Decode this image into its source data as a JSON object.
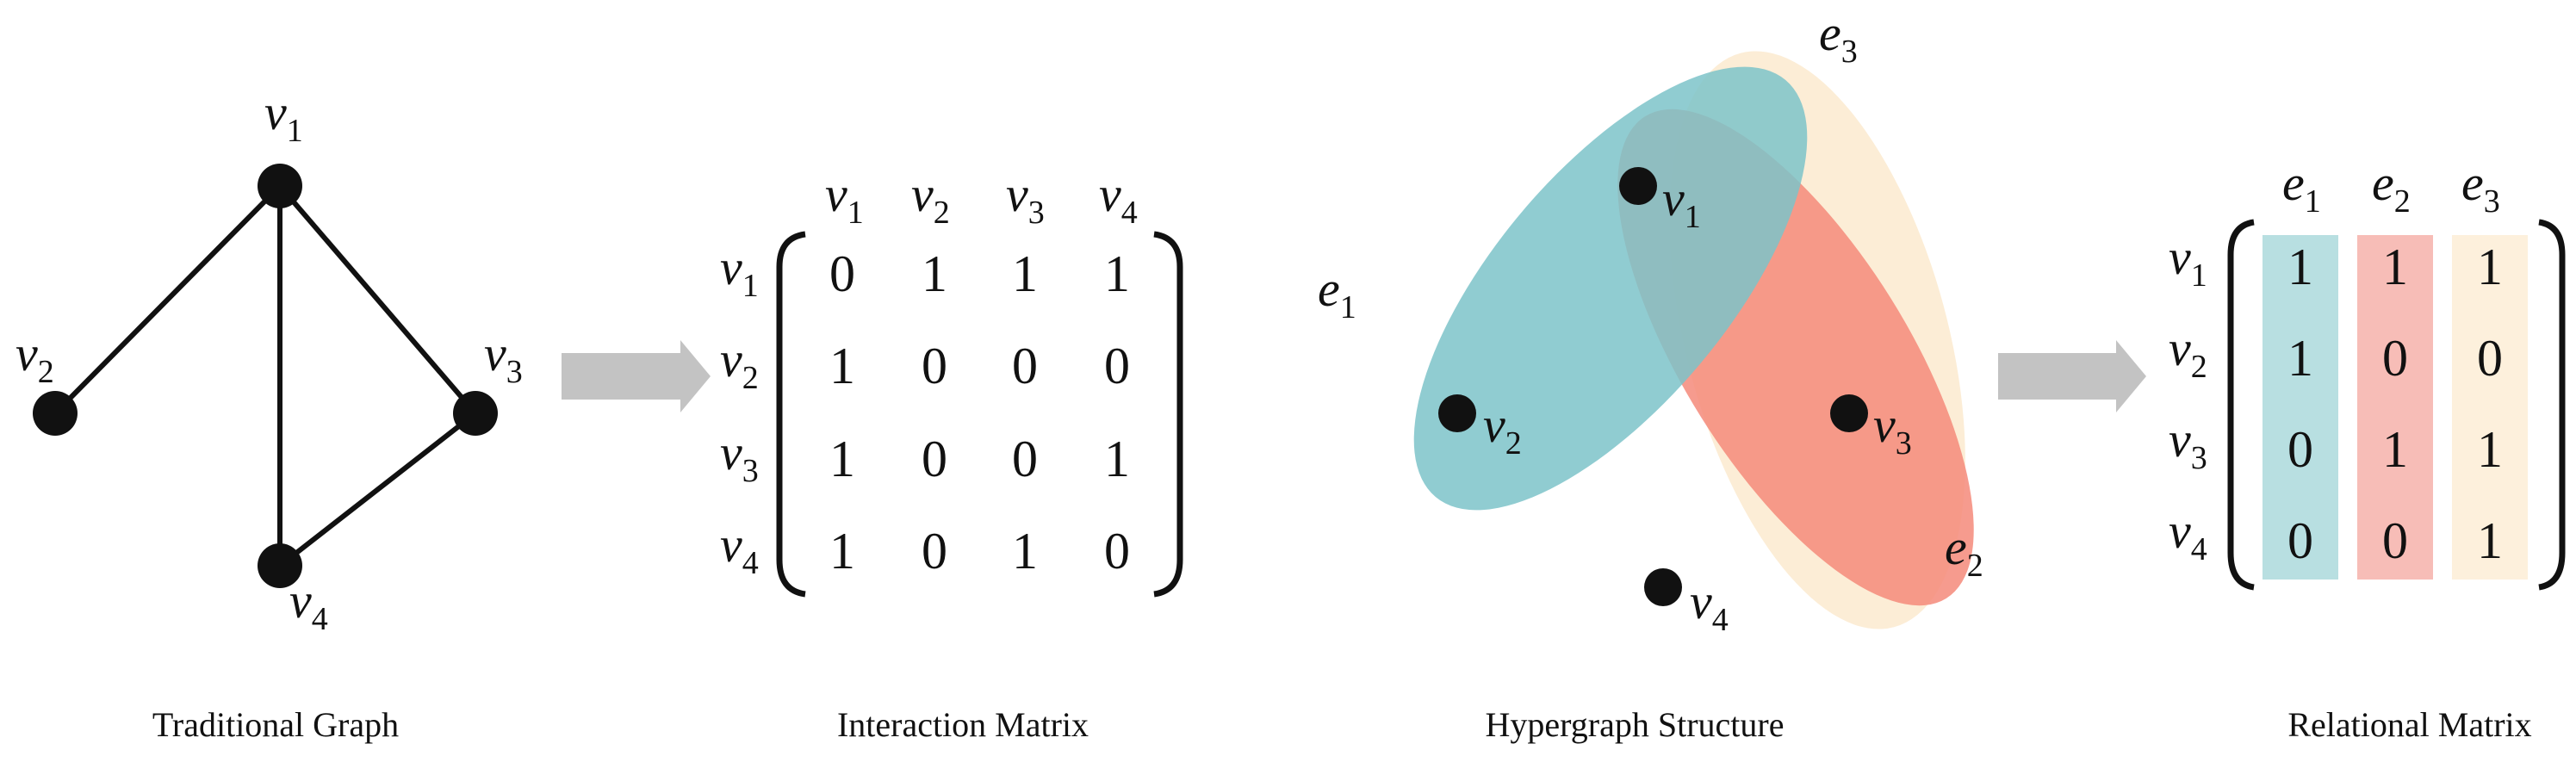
{
  "captions": {
    "traditional_graph": "Traditional Graph",
    "interaction_matrix": "Interaction Matrix",
    "hypergraph_structure": "Hypergraph Structure",
    "relational_matrix": "Relational Matrix"
  },
  "vertex_labels": [
    {
      "base": "v",
      "sub": "1"
    },
    {
      "base": "v",
      "sub": "2"
    },
    {
      "base": "v",
      "sub": "3"
    },
    {
      "base": "v",
      "sub": "4"
    }
  ],
  "hyperedge_labels": [
    {
      "base": "e",
      "sub": "1"
    },
    {
      "base": "e",
      "sub": "2"
    },
    {
      "base": "e",
      "sub": "3"
    }
  ],
  "graph_edges": [
    [
      "v1",
      "v2"
    ],
    [
      "v1",
      "v3"
    ],
    [
      "v1",
      "v4"
    ],
    [
      "v3",
      "v4"
    ]
  ],
  "interaction_matrix": [
    [
      "0",
      "1",
      "1",
      "1"
    ],
    [
      "1",
      "0",
      "0",
      "0"
    ],
    [
      "1",
      "0",
      "0",
      "1"
    ],
    [
      "1",
      "0",
      "1",
      "0"
    ]
  ],
  "relational_matrix": [
    [
      "1",
      "1",
      "1"
    ],
    [
      "1",
      "0",
      "0"
    ],
    [
      "0",
      "1",
      "1"
    ],
    [
      "0",
      "0",
      "1"
    ]
  ],
  "colors": {
    "e1": "#7cc3c9",
    "e2": "#f5897a",
    "e3": "#fcebd2",
    "e1_column": "#b8dfe1",
    "e2_column": "#f7bdb7",
    "e3_column": "#fdf0dc",
    "arrow": "#c3c3c3",
    "node": "#111111"
  }
}
